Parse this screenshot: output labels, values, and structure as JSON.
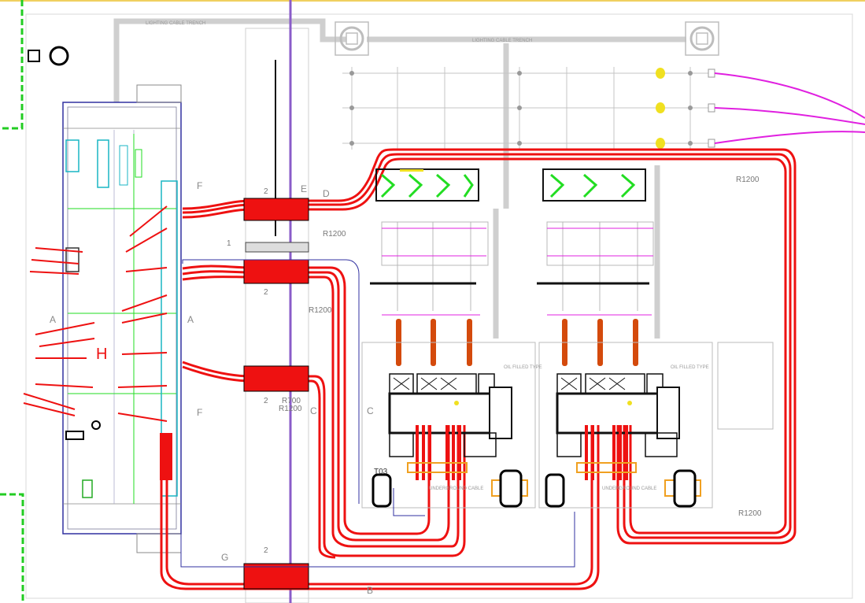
{
  "drawing": {
    "labels": {
      "lighting_cable_trench_top": "LIGHTING CABLE TRENCH",
      "lighting_cable_trench_mid": "LIGHTING CABLE TRENCH",
      "r1200_a": "R1200",
      "r1200_b": "R1200",
      "r1200_c": "R1200",
      "r1200_d": "R1200",
      "r1200_e": "R1200",
      "r700": "R700",
      "t03": "T03",
      "transformer_left_note": "OIL FILLED TYPE",
      "transformer_right_note": "OIL FILLED TYPE",
      "underground_cable_left": "UNDERGROUND CABLE",
      "underground_cable_right": "UNDERGROUND CABLE",
      "section_a_left": "A",
      "section_a_right": "A",
      "section_f_top": "F",
      "section_f_bottom": "F",
      "section_g": "G",
      "section_c_left": "C",
      "section_c_right": "C",
      "section_d": "D",
      "section_e": "E",
      "section_b": "B",
      "num_1": "1",
      "num_2a": "2",
      "num_2b": "2",
      "num_2c": "2",
      "num_2d": "2",
      "h_mark": "H"
    },
    "colors": {
      "cable": "#ee1111",
      "reactor": "#d44a0c",
      "magenta": "#e020e0",
      "green_dash": "#22cc22",
      "purple_line": "#8a5cc9",
      "cyan": "#19b5c4",
      "green_detail": "#22dd22",
      "yellow": "#f0e020",
      "grey": "#c8c8c8",
      "orange": "#f0a020",
      "blue": "#3030a0"
    },
    "icons": [
      "small-square-icon",
      "circle-icon"
    ]
  }
}
